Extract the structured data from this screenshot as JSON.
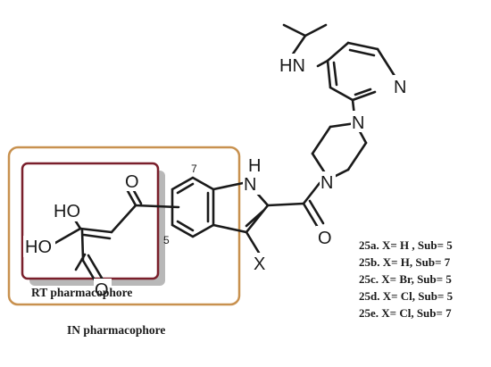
{
  "atoms": {
    "hn_isopropyl": "HN",
    "n_pyridine": "N",
    "n_piperazine_top": "N",
    "n_piperazine_bottom": "N",
    "nh_indole": "NH",
    "n_indole": "N",
    "h_indole": "H",
    "o_amide": "O",
    "o_keto": "O",
    "oh_enol": "HO",
    "oh_acid": "HO",
    "o_acid": "O",
    "x_sub": "X"
  },
  "positions": {
    "pos7": "7",
    "pos5": "5"
  },
  "boxes": {
    "rt_label": "RT pharmacophore",
    "in_label": "IN pharmacophore",
    "rt_color": "#7a1f2b",
    "in_color": "#c8914f",
    "rt_shadow": "#b8b8b8"
  },
  "compounds": [
    "25a.  X= H , Sub= 5",
    "25b.  X= H, Sub= 7",
    "25c.  X= Br, Sub= 5",
    "25d.  X= Cl, Sub= 5",
    "25e.  X= Cl, Sub= 7"
  ]
}
